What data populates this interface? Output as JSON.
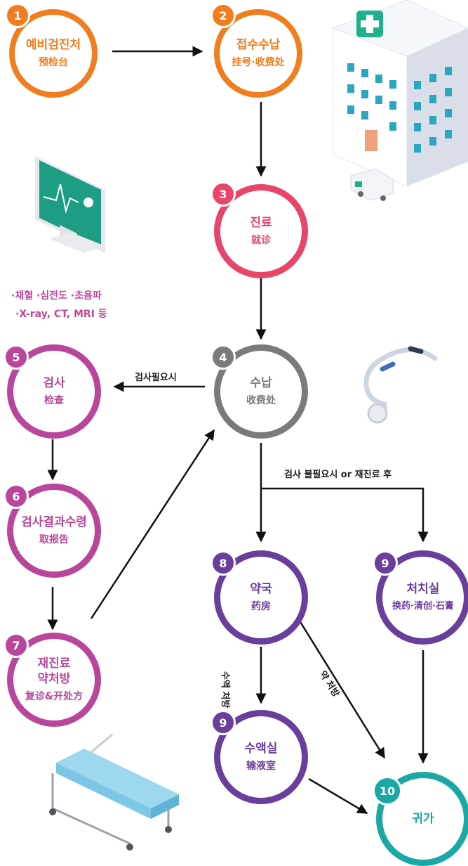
{
  "steps": [
    {
      "num": "1",
      "ko": "예비검진처",
      "zh": "预检台",
      "color": "#f07d1e"
    },
    {
      "num": "2",
      "ko": "접수수납",
      "zh": "挂号·收费处",
      "color": "#f07d1e"
    },
    {
      "num": "3",
      "ko": "진료",
      "zh": "就诊",
      "color": "#e8456a"
    },
    {
      "num": "4",
      "ko": "수납",
      "zh": "收费处",
      "color": "#7a7a7a"
    },
    {
      "num": "5",
      "ko": "검사",
      "zh": "检查",
      "color": "#b8479b"
    },
    {
      "num": "6",
      "ko": "검사결과수령",
      "zh": "取报告",
      "color": "#b8479b"
    },
    {
      "num": "7",
      "ko": "재진료\n약처방",
      "zh": "复诊&开处方",
      "color": "#b8479b"
    },
    {
      "num": "8",
      "ko": "약국",
      "zh": "药房",
      "color": "#6a3f9c"
    },
    {
      "num": "9",
      "ko": "처치실",
      "zh": "换药·清创·石膏",
      "color": "#6a3f9c"
    },
    {
      "num": "9",
      "ko": "수액실",
      "zh": "输液室",
      "color": "#6a3f9c"
    },
    {
      "num": "10",
      "ko": "귀가",
      "zh": "",
      "color": "#1aa8a4"
    }
  ],
  "labels": {
    "exam_needed": "검사필요시",
    "no_exam": "검사 불필요시 or 재진료 후",
    "iv_rx": "수액 처방",
    "drug_rx": "약 처방"
  },
  "exam_notes": {
    "line1": "·채혈 ·심전도 ·초음파",
    "line2": "·X-ray, CT, MRI 등"
  }
}
